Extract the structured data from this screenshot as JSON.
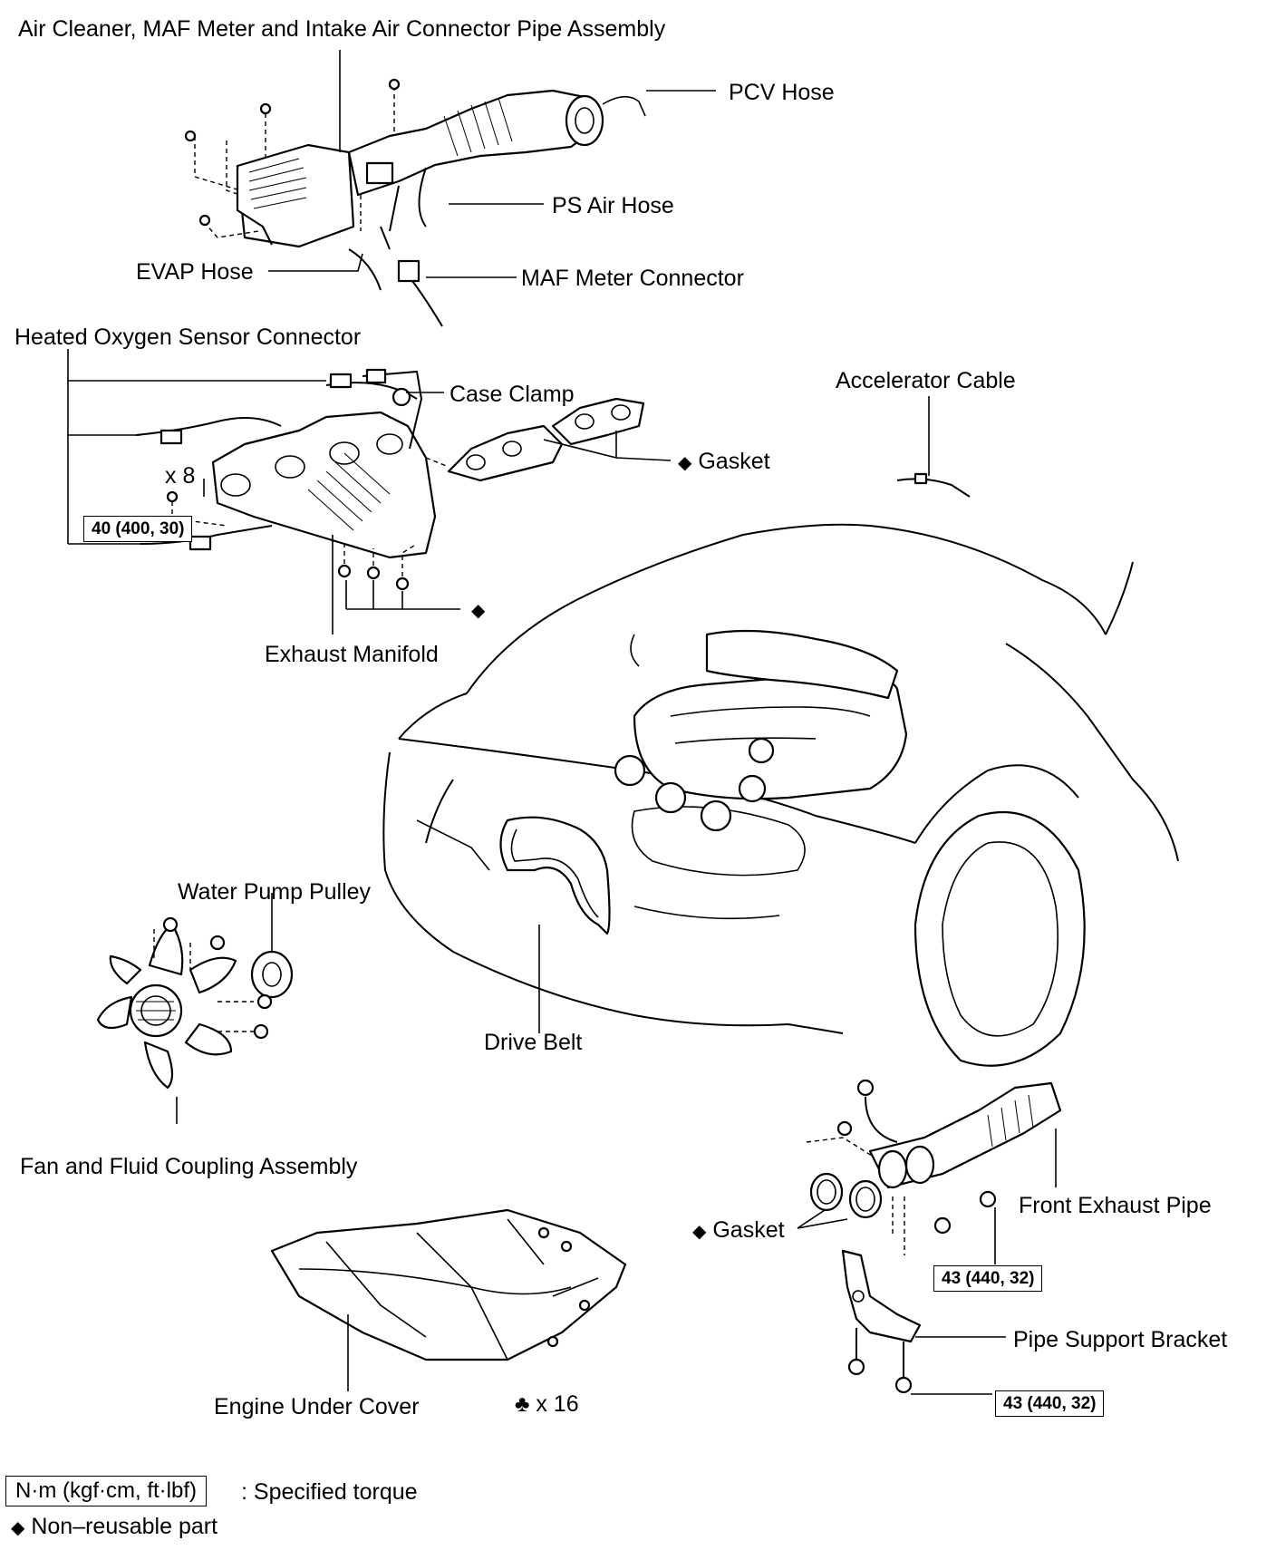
{
  "labels": {
    "air_cleaner": "Air Cleaner, MAF Meter and Intake Air Connector Pipe Assembly",
    "pcv_hose": "PCV Hose",
    "ps_air_hose": "PS Air Hose",
    "evap_hose": "EVAP Hose",
    "maf_connector": "MAF Meter Connector",
    "heated_o2": "Heated Oxygen Sensor Connector",
    "case_clamp": "Case Clamp",
    "accelerator_cable": "Accelerator Cable",
    "gasket_top": "Gasket",
    "x8": "x 8",
    "exhaust_manifold": "Exhaust Manifold",
    "water_pump_pulley": "Water Pump Pulley",
    "drive_belt": "Drive Belt",
    "fan_coupling": "Fan and Fluid Coupling Assembly",
    "front_exhaust_pipe": "Front Exhaust Pipe",
    "gasket_bottom": "Gasket",
    "pipe_support_bracket": "Pipe Support Bracket",
    "engine_under_cover": "Engine Under Cover",
    "x16": "x 16"
  },
  "torque": {
    "manifold": "40 (400, 30)",
    "exhaust_pipe": "43 (440, 32)",
    "bracket": "43 (440, 32)"
  },
  "legend": {
    "torque_unit": "N·m (kgf·cm, ft·lbf)",
    "torque_desc": ": Specified torque",
    "nonreusable": "Non–reusable part"
  },
  "symbols": {
    "diamond": "◆",
    "bolt": "♣"
  }
}
